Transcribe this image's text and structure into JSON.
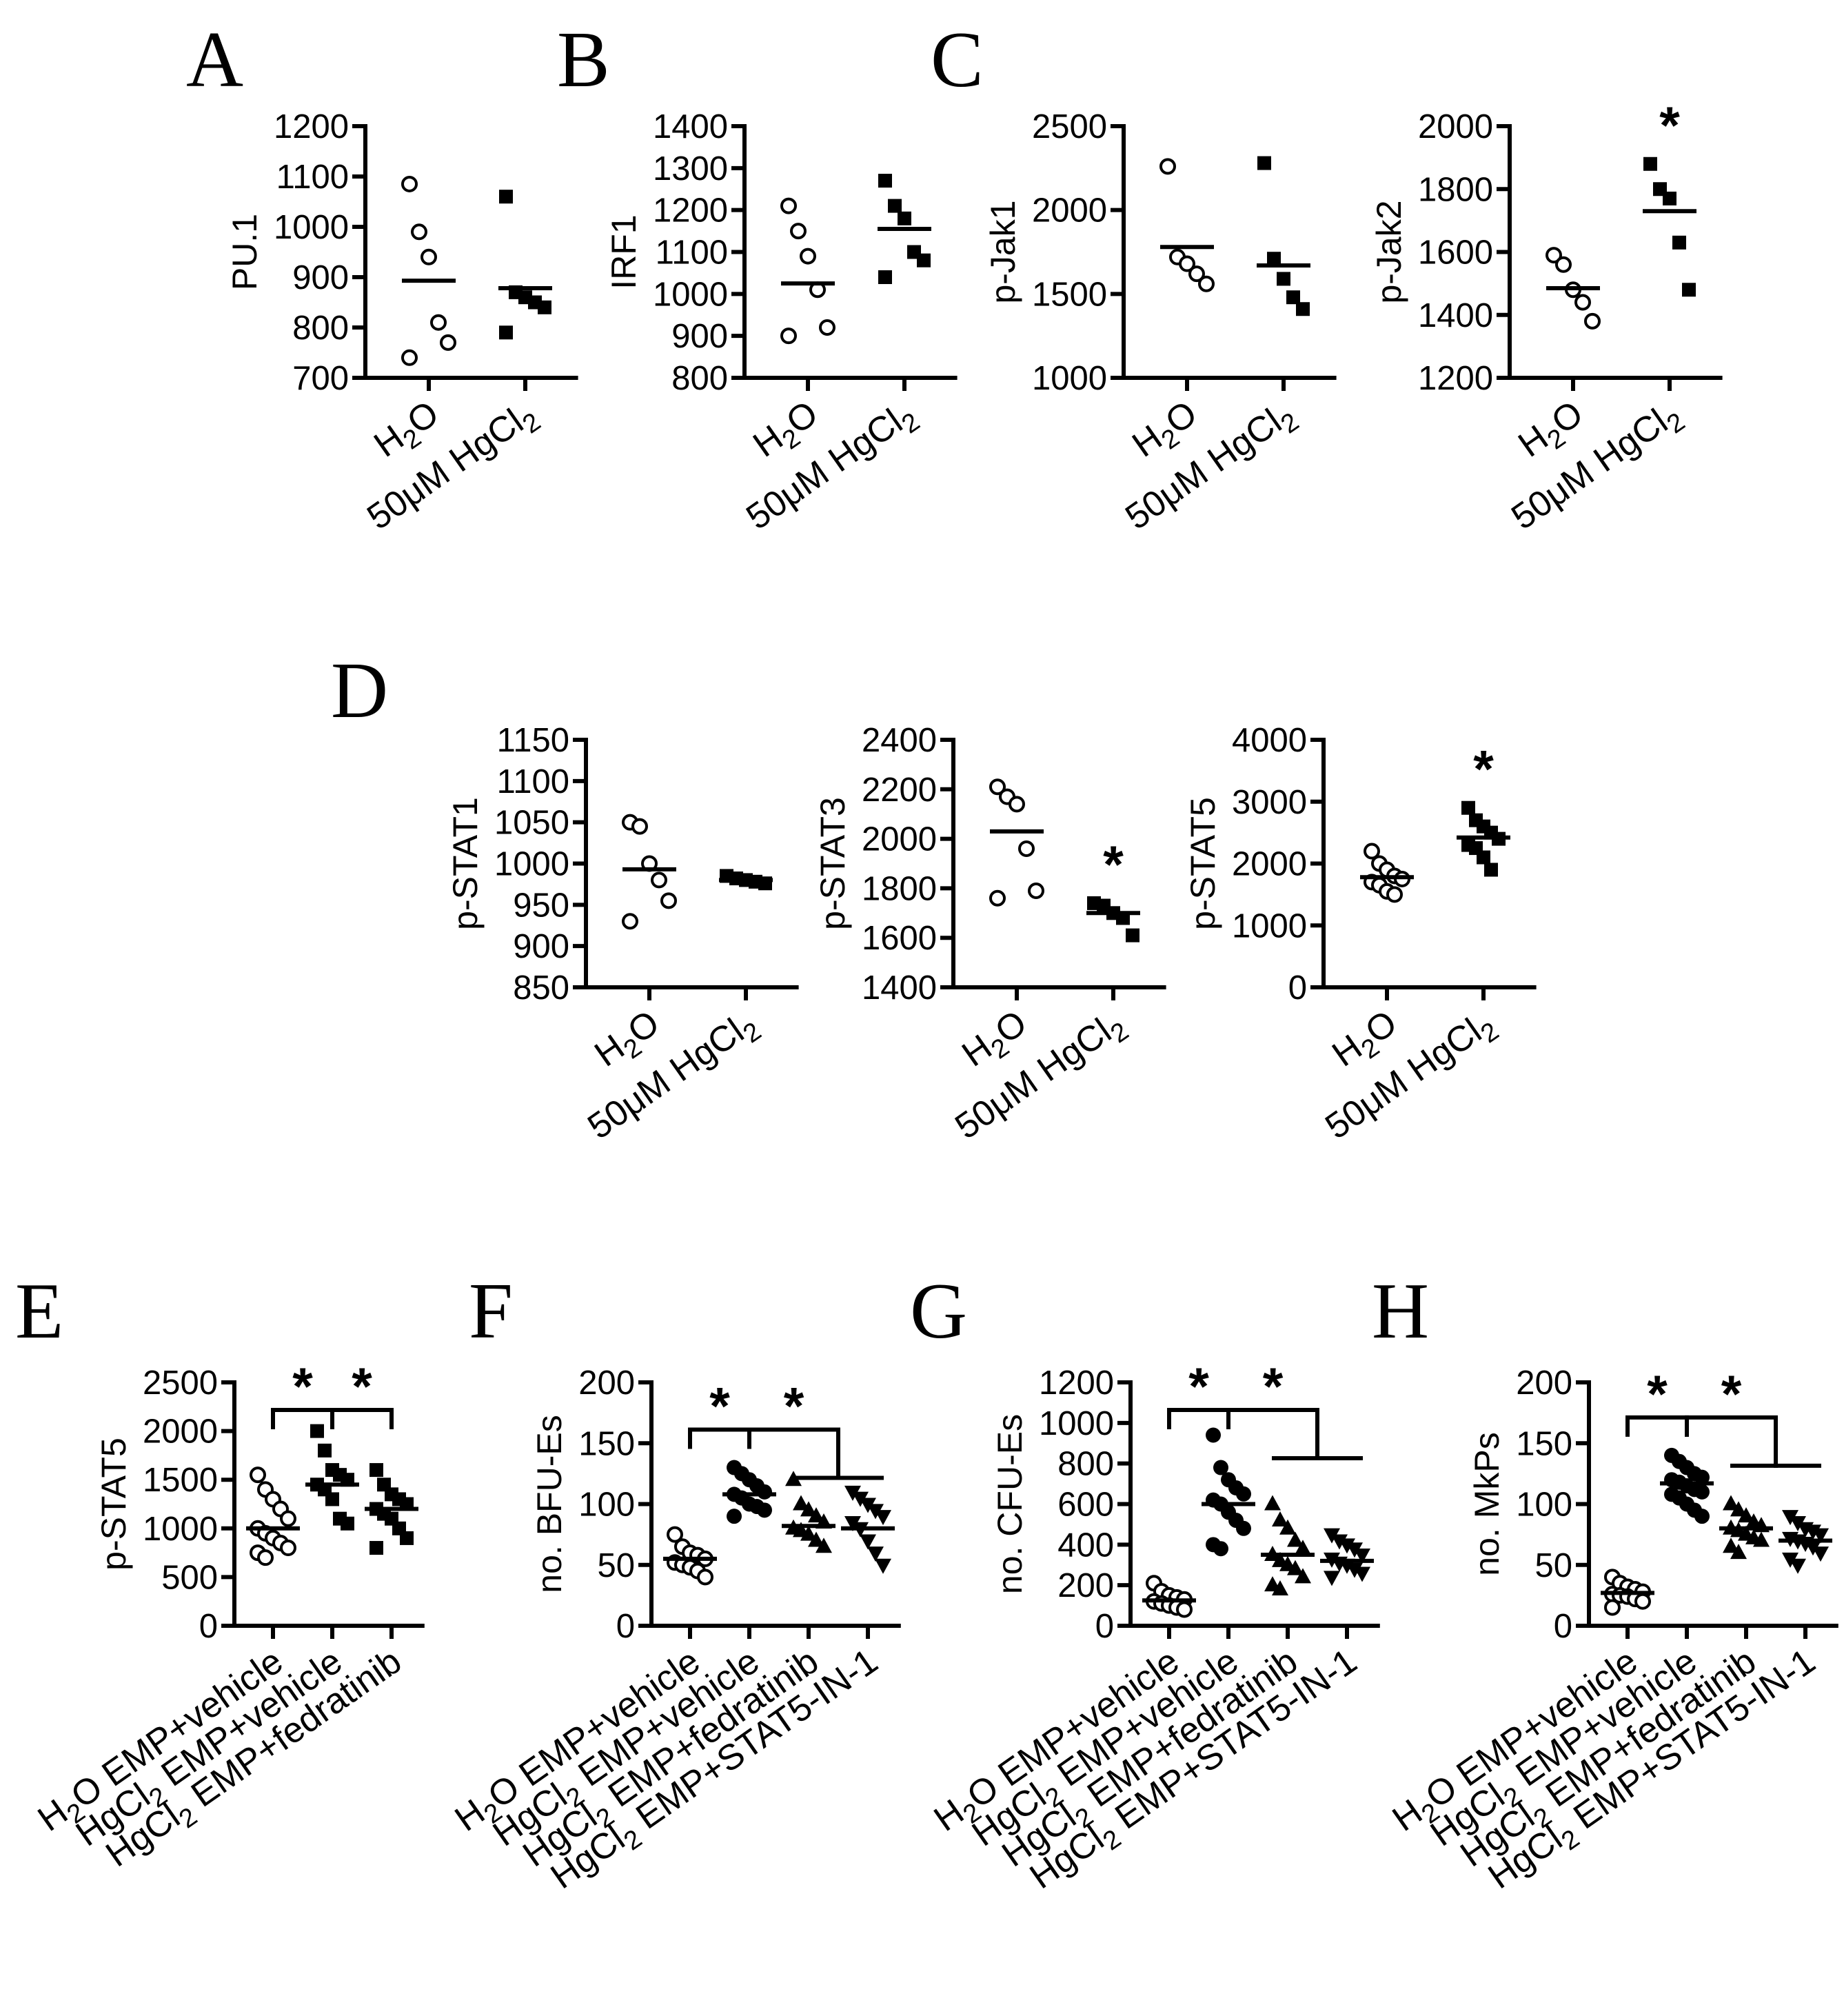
{
  "chart_data": [
    {
      "panel": "A",
      "type": "scatter",
      "ylabel": "PU.1",
      "ylim": [
        700,
        1200
      ],
      "yticks": [
        700,
        800,
        900,
        1000,
        1100,
        1200
      ],
      "categories": [
        "H2O",
        "50μM HgCl2"
      ],
      "groups": [
        {
          "marker": "open-circle",
          "values": [
            1085,
            990,
            940,
            810,
            770,
            740
          ],
          "mean": 893
        },
        {
          "marker": "filled-square",
          "values": [
            1060,
            870,
            860,
            850,
            840,
            790
          ],
          "mean": 878
        }
      ],
      "significance": []
    },
    {
      "panel": "B",
      "type": "scatter",
      "ylabel": "IRF1",
      "ylim": [
        800,
        1400
      ],
      "yticks": [
        800,
        900,
        1000,
        1100,
        1200,
        1300,
        1400
      ],
      "categories": [
        "H2O",
        "50μM HgCl2"
      ],
      "groups": [
        {
          "marker": "open-circle",
          "values": [
            1210,
            1150,
            1090,
            1010,
            920,
            900
          ],
          "mean": 1025
        },
        {
          "marker": "filled-square",
          "values": [
            1270,
            1210,
            1180,
            1100,
            1080,
            1040
          ],
          "mean": 1155
        }
      ],
      "significance": []
    },
    {
      "panel": "C",
      "type": "scatter",
      "ylabel": "p-Jak1",
      "ylim": [
        1000,
        2500
      ],
      "yticks": [
        1000,
        1500,
        2000,
        2500
      ],
      "categories": [
        "H2O",
        "50μM HgCl2"
      ],
      "groups": [
        {
          "marker": "open-circle",
          "values": [
            2260,
            1720,
            1680,
            1620,
            1560
          ],
          "mean": 1780
        },
        {
          "marker": "filled-square",
          "values": [
            2280,
            1710,
            1590,
            1480,
            1410
          ],
          "mean": 1670
        }
      ],
      "significance": []
    },
    {
      "panel": "",
      "type": "scatter",
      "ylabel": "p-Jak2",
      "ylim": [
        1200,
        2000
      ],
      "yticks": [
        1200,
        1400,
        1600,
        1800,
        2000
      ],
      "categories": [
        "H2O",
        "50μM HgCl2"
      ],
      "groups": [
        {
          "marker": "open-circle",
          "values": [
            1590,
            1560,
            1480,
            1440,
            1380
          ],
          "mean": 1485
        },
        {
          "marker": "filled-square",
          "values": [
            1880,
            1800,
            1770,
            1630,
            1480
          ],
          "mean": 1730
        }
      ],
      "significance": [
        {
          "type": "star",
          "group": 1,
          "text": "*"
        }
      ]
    },
    {
      "panel": "D",
      "type": "scatter",
      "ylabel": "p-STAT1",
      "ylim": [
        850,
        1150
      ],
      "yticks": [
        850,
        900,
        950,
        1000,
        1050,
        1100,
        1150
      ],
      "categories": [
        "H2O",
        "50μM HgCl2"
      ],
      "groups": [
        {
          "marker": "open-circle",
          "values": [
            1050,
            1045,
            1000,
            980,
            955,
            930
          ],
          "mean": 993
        },
        {
          "marker": "filled-square",
          "values": [
            985,
            982,
            980,
            978,
            976
          ],
          "mean": 980
        }
      ],
      "significance": []
    },
    {
      "panel": "",
      "type": "scatter",
      "ylabel": "p-STAT3",
      "ylim": [
        1400,
        2400
      ],
      "yticks": [
        1400,
        1600,
        1800,
        2000,
        2200,
        2400
      ],
      "categories": [
        "H2O",
        "50μM HgCl2"
      ],
      "groups": [
        {
          "marker": "open-circle",
          "values": [
            2210,
            2170,
            2140,
            1960,
            1790,
            1760
          ],
          "mean": 2030
        },
        {
          "marker": "filled-square",
          "values": [
            1740,
            1730,
            1700,
            1680,
            1610
          ],
          "mean": 1700
        }
      ],
      "significance": [
        {
          "type": "star",
          "group": 1,
          "text": "*"
        }
      ]
    },
    {
      "panel": "",
      "type": "scatter",
      "ylabel": "p-STAT5",
      "ylim": [
        0,
        4000
      ],
      "yticks": [
        0,
        1000,
        2000,
        3000,
        4000
      ],
      "categories": [
        "H2O",
        "50μM HgCl2"
      ],
      "groups": [
        {
          "marker": "open-circle",
          "values": [
            2200,
            2000,
            1900,
            1800,
            1750,
            1700,
            1650,
            1550,
            1500
          ],
          "mean": 1780
        },
        {
          "marker": "filled-square",
          "values": [
            2900,
            2700,
            2600,
            2500,
            2400,
            2300,
            2250,
            2100,
            1900
          ],
          "mean": 2420
        }
      ],
      "significance": [
        {
          "type": "star",
          "group": 1,
          "text": "*"
        }
      ]
    },
    {
      "panel": "E",
      "type": "scatter",
      "ylabel": "p-STAT5",
      "ylim": [
        0,
        2500
      ],
      "yticks": [
        0,
        500,
        1000,
        1500,
        2000,
        2500
      ],
      "categories": [
        "H2O EMP+vehicle",
        "HgCl2 EMP+vehicle",
        "HgCl2 EMP+fedratinib"
      ],
      "groups": [
        {
          "marker": "open-circle",
          "values": [
            1550,
            1400,
            1300,
            1200,
            1100,
            1000,
            950,
            900,
            850,
            800,
            750,
            700
          ],
          "mean": 1000
        },
        {
          "marker": "filled-square",
          "values": [
            2000,
            1800,
            1600,
            1550,
            1500,
            1450,
            1400,
            1300,
            1100,
            1050
          ],
          "mean": 1450
        },
        {
          "marker": "filled-square",
          "values": [
            1600,
            1450,
            1350,
            1300,
            1250,
            1200,
            1150,
            1100,
            1000,
            900,
            800
          ],
          "mean": 1200
        }
      ],
      "significance": [
        {
          "type": "bracket",
          "from": 0,
          "to": 1,
          "text": "*"
        },
        {
          "type": "bracket",
          "from": 1,
          "to": 2,
          "text": "*"
        }
      ]
    },
    {
      "panel": "F",
      "type": "scatter",
      "ylabel": "no. BFU-Es",
      "ylim": [
        0,
        200
      ],
      "yticks": [
        0,
        50,
        100,
        150,
        200
      ],
      "categories": [
        "H2O EMP+vehicle",
        "HgCl2 EMP+vehicle",
        "HgCl2 EMP+fedratinib",
        "HgCl2 EMP+STAT5-IN-1"
      ],
      "groups": [
        {
          "marker": "open-circle",
          "values": [
            75,
            65,
            60,
            58,
            55,
            52,
            50,
            48,
            45,
            40
          ],
          "mean": 55
        },
        {
          "marker": "filled-circle",
          "values": [
            130,
            125,
            120,
            115,
            110,
            108,
            105,
            100,
            98,
            95,
            90
          ],
          "mean": 108
        },
        {
          "marker": "filled-triangle",
          "values": [
            120,
            100,
            95,
            90,
            85,
            80,
            78,
            75,
            70,
            65
          ],
          "mean": 82
        },
        {
          "marker": "filled-down-triangle",
          "values": [
            110,
            105,
            100,
            95,
            90,
            85,
            80,
            70,
            60,
            50
          ],
          "mean": 80
        }
      ],
      "significance": [
        {
          "type": "bracket",
          "from": 0,
          "to": 1,
          "text": "*"
        },
        {
          "type": "bracket-group",
          "from": 1,
          "to": [
            2,
            3
          ],
          "text": "*"
        }
      ]
    },
    {
      "panel": "G",
      "type": "scatter",
      "ylabel": "no. CFU-Es",
      "ylim": [
        0,
        1200
      ],
      "yticks": [
        0,
        200,
        400,
        600,
        800,
        1000,
        1200
      ],
      "categories": [
        "H2O EMP+vehicle",
        "HgCl2 EMP+vehicle",
        "HgCl2 EMP+fedratinib",
        "HgCl2 EMP+STAT5-IN-1"
      ],
      "groups": [
        {
          "marker": "open-circle",
          "values": [
            210,
            170,
            150,
            140,
            130,
            120,
            110,
            100,
            90,
            80
          ],
          "mean": 125
        },
        {
          "marker": "filled-circle",
          "values": [
            940,
            780,
            720,
            680,
            650,
            620,
            600,
            560,
            520,
            480,
            400,
            380
          ],
          "mean": 600
        },
        {
          "marker": "filled-triangle",
          "values": [
            600,
            520,
            480,
            420,
            380,
            350,
            320,
            300,
            280,
            240,
            200,
            180
          ],
          "mean": 350
        },
        {
          "marker": "filled-down-triangle",
          "values": [
            450,
            420,
            400,
            380,
            350,
            330,
            310,
            300,
            280,
            260,
            240
          ],
          "mean": 320
        }
      ],
      "significance": [
        {
          "type": "bracket",
          "from": 0,
          "to": 1,
          "text": "*"
        },
        {
          "type": "bracket-group",
          "from": 1,
          "to": [
            2,
            3
          ],
          "text": "*"
        }
      ]
    },
    {
      "panel": "H",
      "type": "scatter",
      "ylabel": "no. MkPs",
      "ylim": [
        0,
        200
      ],
      "yticks": [
        0,
        50,
        100,
        150,
        200
      ],
      "categories": [
        "H2O EMP+vehicle",
        "HgCl2 EMP+vehicle",
        "HgCl2 EMP+fedratinib",
        "HgCl2 EMP+STAT5-IN-1"
      ],
      "groups": [
        {
          "marker": "open-circle",
          "values": [
            40,
            35,
            32,
            30,
            28,
            26,
            25,
            24,
            22,
            20,
            15
          ],
          "mean": 27
        },
        {
          "marker": "filled-circle",
          "values": [
            140,
            135,
            130,
            125,
            122,
            120,
            118,
            115,
            112,
            110,
            108,
            105,
            100,
            95,
            90
          ],
          "mean": 117
        },
        {
          "marker": "filled-triangle",
          "values": [
            100,
            95,
            90,
            85,
            82,
            80,
            78,
            75,
            72,
            70,
            65,
            60
          ],
          "mean": 80
        },
        {
          "marker": "filled-down-triangle",
          "values": [
            90,
            85,
            80,
            78,
            75,
            72,
            70,
            68,
            65,
            60,
            55,
            50
          ],
          "mean": 70
        }
      ],
      "significance": [
        {
          "type": "bracket",
          "from": 0,
          "to": 1,
          "text": "*"
        },
        {
          "type": "bracket-group",
          "from": 1,
          "to": [
            2,
            3
          ],
          "text": "*"
        }
      ]
    }
  ],
  "panel_labels": {
    "A": "A",
    "B": "B",
    "C": "C",
    "D": "D",
    "E": "E",
    "F": "F",
    "G": "G",
    "H": "H"
  }
}
